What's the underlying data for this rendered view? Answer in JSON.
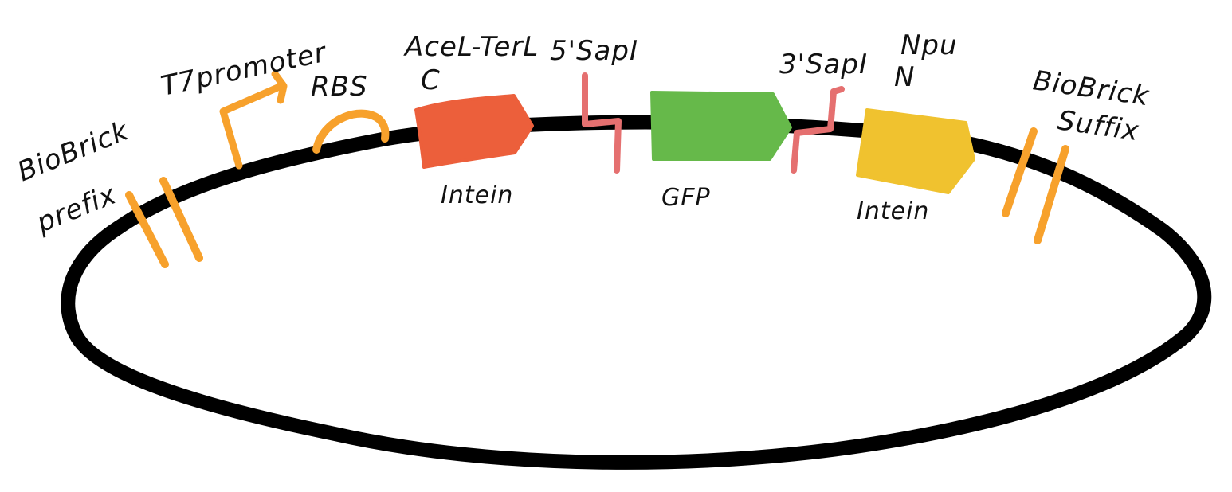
{
  "colors": {
    "backbone": "#000000",
    "orange_parts": "#f7a12c",
    "intein_c": "#ec5f3b",
    "gfp": "#66b94a",
    "intein_n": "#f0c22f",
    "sapi_site": "#e57070"
  },
  "labels": {
    "biobrick_prefix_1": "BioBrick",
    "biobrick_prefix_2": "prefix",
    "t7_promoter": "T7promoter",
    "rbs": "RBS",
    "acel_terl_1": "AceL-TerL",
    "acel_terl_2": "C",
    "intein_c": "Intein",
    "sapi_5": "5'SapI",
    "gfp": "GFP",
    "sapi_3": "3'SapI",
    "npu_1": "Npu",
    "npu_2": "N",
    "intein_n": "Intein",
    "biobrick_suffix_1": "BioBrick",
    "biobrick_suffix_2": "Suffix"
  },
  "icons": {
    "promoter": "bent-arrow-icon",
    "rbs": "arc-icon"
  }
}
